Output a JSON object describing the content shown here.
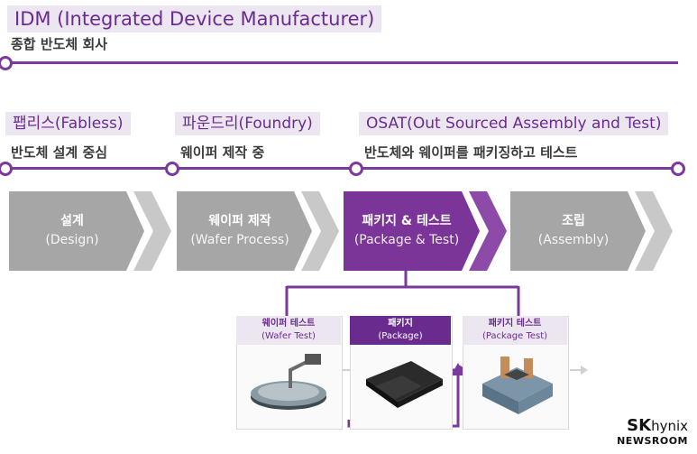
{
  "idm": {
    "title": "IDM (Integrated Device Manufacturer)",
    "subtitle": "종합 반도체 회사"
  },
  "roles": [
    {
      "title": "팹리스(Fabless)",
      "desc": "반도체 설계 중심"
    },
    {
      "title": "파운드리(Foundry)",
      "desc": "웨이퍼 제작 중"
    },
    {
      "title": "OSAT(Out Sourced Assembly and Test)",
      "desc": "반도체와 웨이퍼를 패키징하고 테스트"
    }
  ],
  "steps": [
    {
      "name": "설계",
      "sub": "(Design)",
      "highlight": false
    },
    {
      "name": "웨이퍼 제작",
      "sub": "(Wafer Process)",
      "highlight": false
    },
    {
      "name": "패키지 & 테스트",
      "sub": "(Package & Test)",
      "highlight": true
    },
    {
      "name": "조립",
      "sub": "(Assembly)",
      "highlight": false
    }
  ],
  "substeps": [
    {
      "name": "웨이퍼 테스트",
      "sub": "(Wafer Test)"
    },
    {
      "name": "패키지",
      "sub": "(Package)"
    },
    {
      "name": "패키지 테스트",
      "sub": "(Package Test)"
    }
  ],
  "logo": {
    "sk": "SK",
    "hynix": "hynix",
    "newsroom": "NEWSROOM"
  },
  "colors": {
    "accent": "#7a3a9a",
    "highlight_step": "#7b3498",
    "gray_step": "#a6a6a6",
    "label_bg": "#ece6f1"
  }
}
